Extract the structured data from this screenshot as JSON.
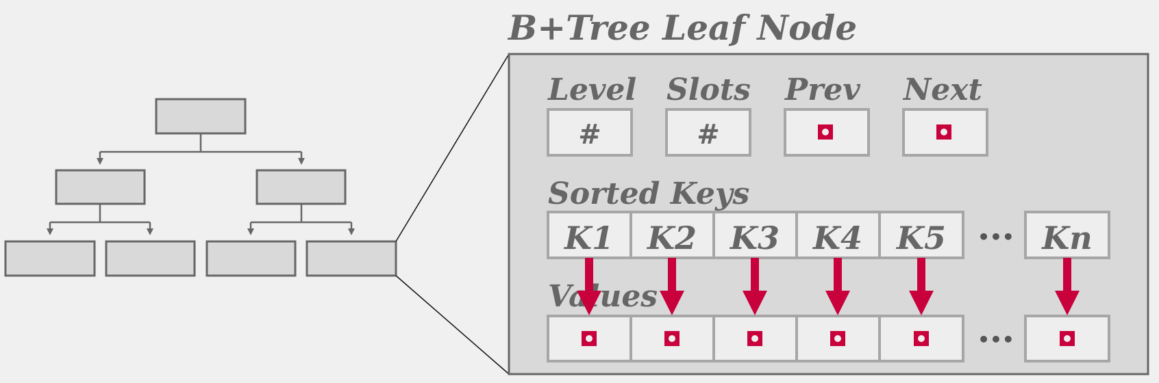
{
  "title": "B+Tree Leaf Node",
  "header_fields": [
    {
      "label": "Level",
      "value": "#",
      "kind": "number"
    },
    {
      "label": "Slots",
      "value": "#",
      "kind": "number"
    },
    {
      "label": "Prev",
      "value": "",
      "kind": "pointer"
    },
    {
      "label": "Next",
      "value": "",
      "kind": "pointer"
    }
  ],
  "sorted_keys": {
    "label": "Sorted Keys",
    "keys": [
      "K1",
      "K2",
      "K3",
      "K4",
      "K5"
    ],
    "ellipsis": "•••",
    "last_key": "Kn"
  },
  "values": {
    "label": "Values",
    "ellipsis": "•••"
  },
  "colors": {
    "background": "#f0f0f0",
    "node_fill": "#d9d9d9",
    "node_border": "#666666",
    "cell_fill": "#eeeeee",
    "cell_border": "#a6a6a6",
    "text": "#666666",
    "accent": "#c8003c"
  },
  "icons": {
    "pointer": "pointer-icon",
    "arrow": "down-arrow"
  }
}
